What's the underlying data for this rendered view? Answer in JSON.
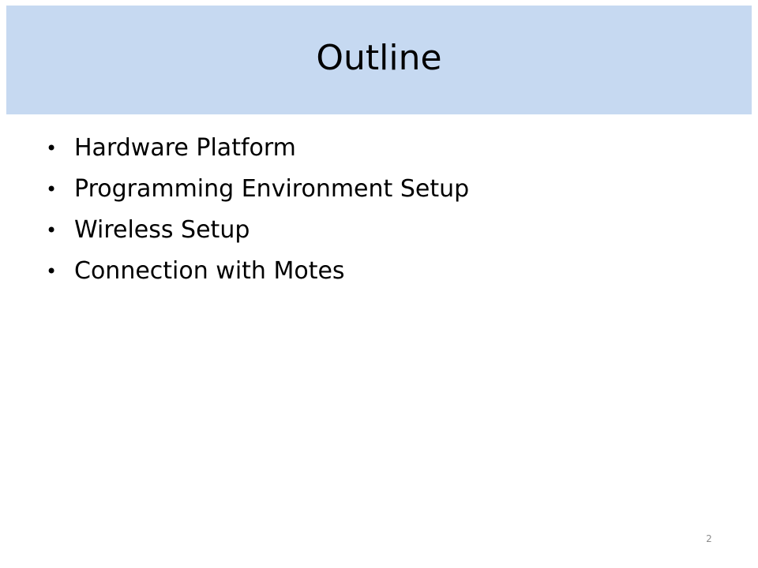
{
  "slide": {
    "title": "Outline",
    "bullet_symbol": "•",
    "bullets": [
      "Hardware Platform",
      "Programming Environment Setup",
      "Wireless Setup",
      "Connection with Motes"
    ],
    "page_number": "2"
  },
  "colors": {
    "title_bar_bg": "#c6d9f1",
    "text": "#000000",
    "page_number": "#8c8c8c"
  }
}
